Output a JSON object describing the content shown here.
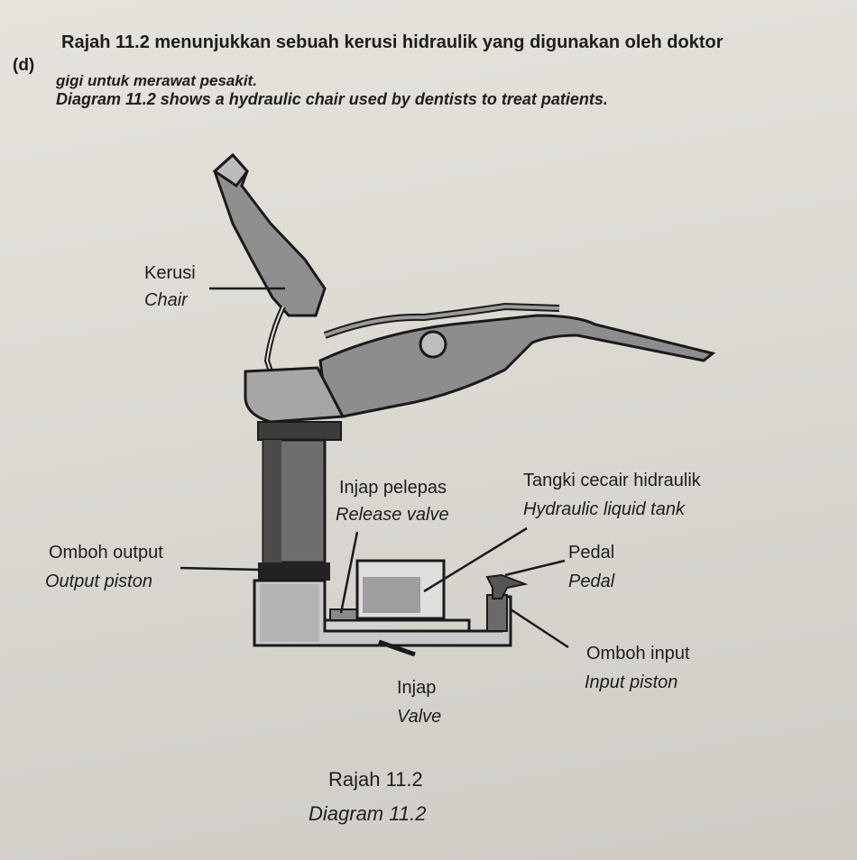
{
  "question": {
    "number": "(d)",
    "line1_malay": "Rajah 11.2 menunjukkan sebuah kerusi hidraulik yang digunakan oleh doktor",
    "line2_malay": "gigi untuk merawat pesakit.",
    "line3_english": "Diagram 11.2 shows a hydraulic chair used by dentists to treat patients."
  },
  "labels": {
    "chair_malay": "Kerusi",
    "chair_english": "Chair",
    "release_valve_malay": "Injap pelepas",
    "release_valve_english": "Release valve",
    "tank_malay": "Tangki cecair hidraulik",
    "tank_english": "Hydraulic liquid tank",
    "output_piston_malay": "Omboh output",
    "output_piston_english": "Output piston",
    "pedal_malay": "Pedal",
    "pedal_english": "Pedal",
    "input_piston_malay": "Omboh input",
    "input_piston_english": "Input piston",
    "valve_malay": "Injap",
    "valve_english": "Valve"
  },
  "caption": {
    "malay": "Rajah 11.2",
    "english": "Diagram 11.2"
  }
}
